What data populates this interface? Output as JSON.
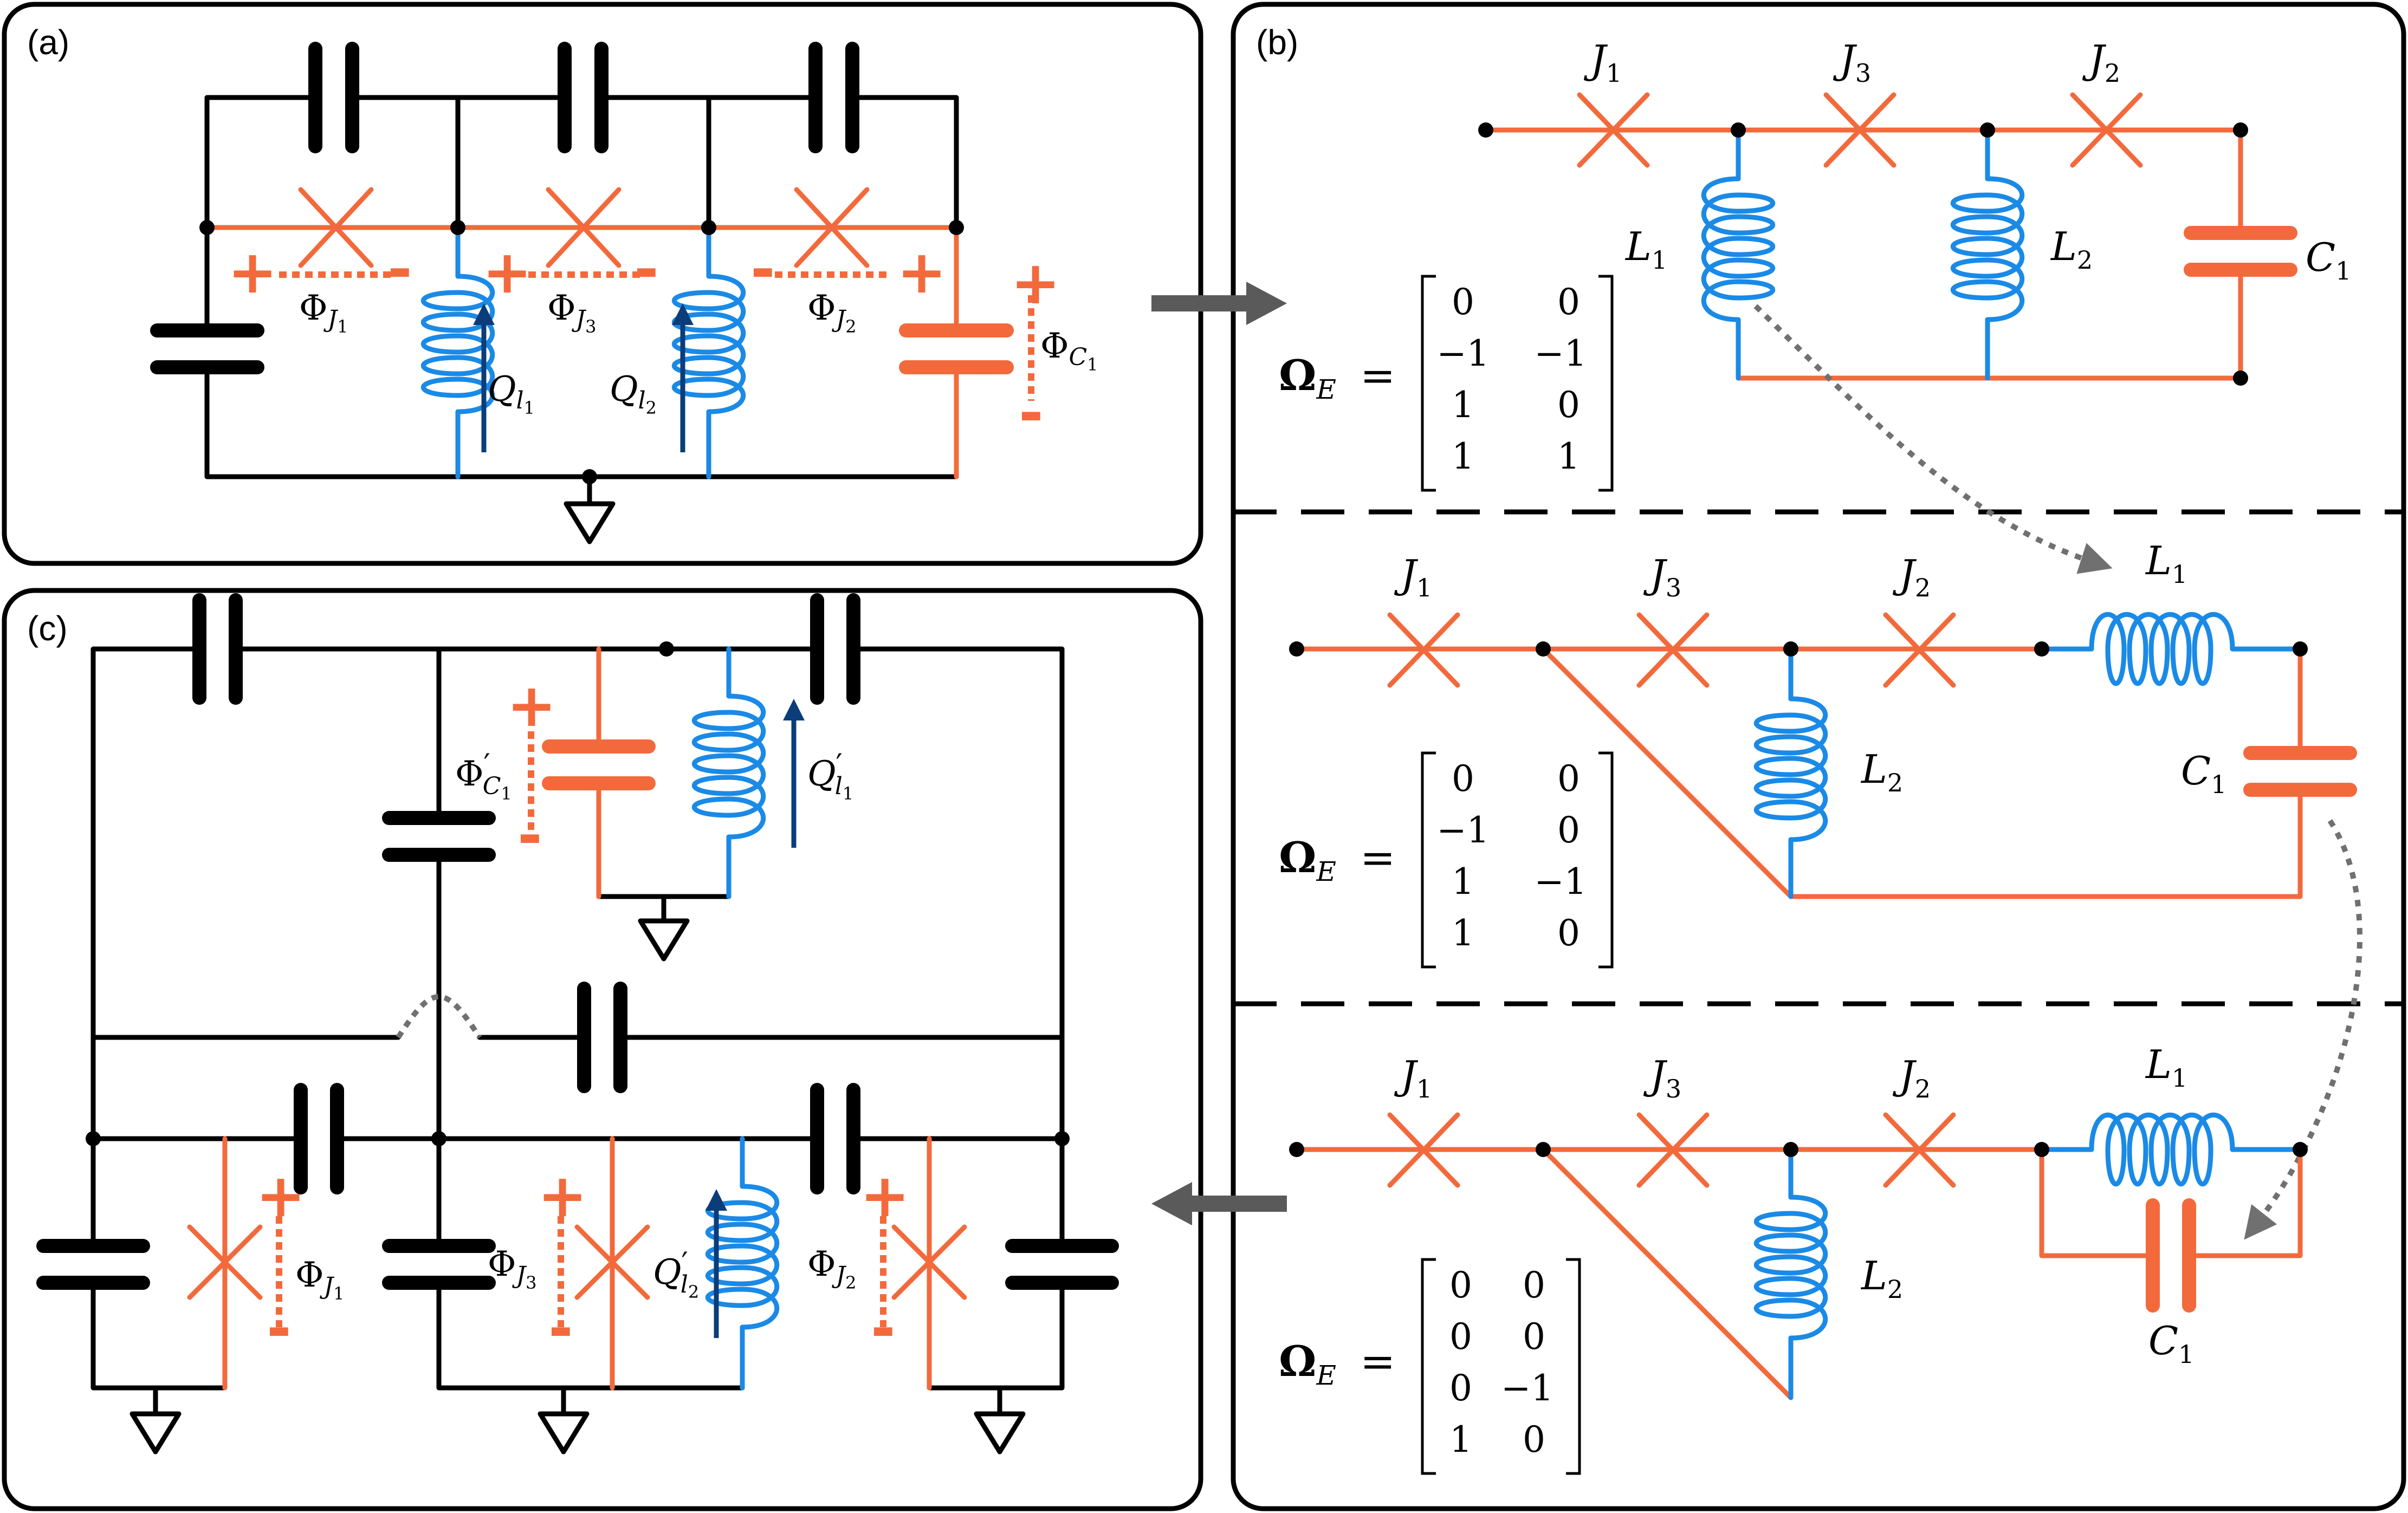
{
  "colors": {
    "orange": "#f26a3c",
    "blue": "#1a8ae6",
    "navy": "#0b3d7a",
    "black": "#000000",
    "dotted_gray": "#707070",
    "arrow_gray": "#5a5a5a"
  },
  "panel_a": {
    "label": "(a)",
    "phi_j1": "Φ",
    "phi_j1_sub": "J",
    "phi_j1_subsub": "1",
    "phi_j3": "Φ",
    "phi_j3_sub": "J",
    "phi_j3_subsub": "3",
    "phi_j2": "Φ",
    "phi_j2_sub": "J",
    "phi_j2_subsub": "2",
    "phi_c1": "Φ",
    "phi_c1_sub": "C",
    "phi_c1_subsub": "1",
    "q_l1": "Q",
    "q_l1_sub": "l",
    "q_l1_subsub": "1",
    "q_l2": "Q",
    "q_l2_sub": "l",
    "q_l2_subsub": "2",
    "plus": "+",
    "minus": "-"
  },
  "panel_b": {
    "label": "(b)",
    "stage1": {
      "j1": "J",
      "j1_sub": "1",
      "j3": "J",
      "j3_sub": "3",
      "j2": "J",
      "j2_sub": "2",
      "l1": "L",
      "l1_sub": "1",
      "l2": "L",
      "l2_sub": "2",
      "c1": "C",
      "c1_sub": "1",
      "omega": "Ω",
      "omega_sub": "E",
      "equals": "=",
      "matrix": [
        [
          "0",
          "0"
        ],
        [
          "−1",
          "−1"
        ],
        [
          "1",
          "0"
        ],
        [
          "1",
          "1"
        ]
      ]
    },
    "stage2": {
      "j1": "J",
      "j1_sub": "1",
      "j3": "J",
      "j3_sub": "3",
      "j2": "J",
      "j2_sub": "2",
      "l1": "L",
      "l1_sub": "1",
      "l2": "L",
      "l2_sub": "2",
      "c1": "C",
      "c1_sub": "1",
      "omega": "Ω",
      "omega_sub": "E",
      "equals": "=",
      "matrix": [
        [
          "0",
          "0"
        ],
        [
          "−1",
          "0"
        ],
        [
          "1",
          "−1"
        ],
        [
          "1",
          "0"
        ]
      ]
    },
    "stage3": {
      "j1": "J",
      "j1_sub": "1",
      "j3": "J",
      "j3_sub": "3",
      "j2": "J",
      "j2_sub": "2",
      "l1": "L",
      "l1_sub": "1",
      "l2": "L",
      "l2_sub": "2",
      "c1": "C",
      "c1_sub": "1",
      "omega": "Ω",
      "omega_sub": "E",
      "equals": "=",
      "matrix": [
        [
          "0",
          "0"
        ],
        [
          "0",
          "0"
        ],
        [
          "0",
          "−1"
        ],
        [
          "1",
          "0"
        ]
      ]
    }
  },
  "panel_c": {
    "label": "(c)",
    "phi_c1p": "Φ",
    "phi_c1p_prime": "′",
    "phi_c1p_sub": "C",
    "phi_c1p_subsub": "1",
    "q_l1p": "Q",
    "q_l1p_prime": "′",
    "q_l1p_sub": "l",
    "q_l1p_subsub": "1",
    "q_l2p": "Q",
    "q_l2p_prime": "′",
    "q_l2p_sub": "l",
    "q_l2p_subsub": "2",
    "phi_j1": "Φ",
    "phi_j1_sub": "J",
    "phi_j1_subsub": "1",
    "phi_j3": "Φ",
    "phi_j3_sub": "J",
    "phi_j3_subsub": "3",
    "phi_j2": "Φ",
    "phi_j2_sub": "J",
    "phi_j2_subsub": "2",
    "plus": "+",
    "minus": "-"
  }
}
